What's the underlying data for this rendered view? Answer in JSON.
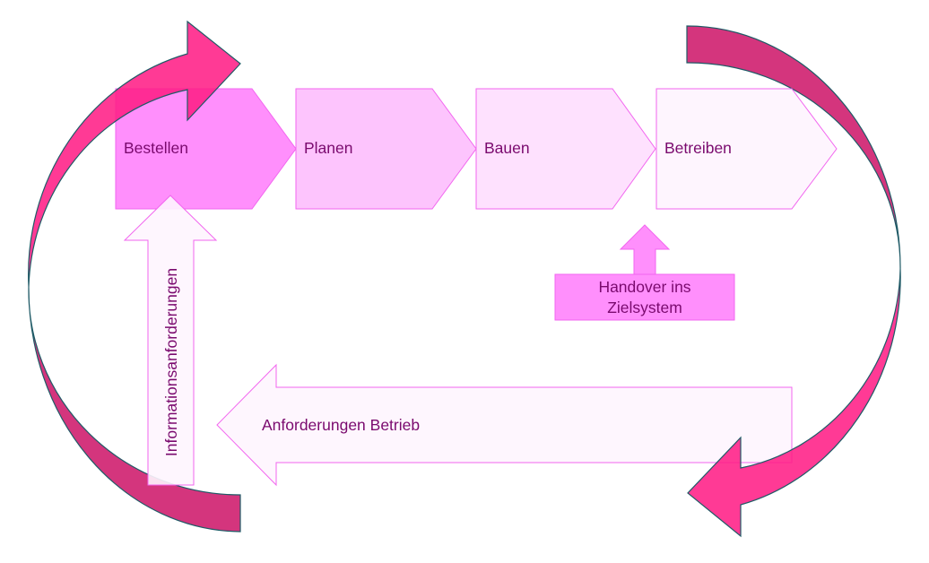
{
  "diagram": {
    "type": "process-cycle",
    "colors": {
      "stage_fill": [
        "#ff8ffc",
        "#fdc4fd",
        "#fee1fe",
        "#fef5fe"
      ],
      "stage_stroke": "#f266ef",
      "text": "#7a0a6e",
      "cycle_arrow_light": "#ff3391",
      "cycle_arrow_dark": "#d4357d",
      "cycle_outline": "#1f5a66",
      "handover_fill": "#ff8ffc",
      "feedback_fill": "#fef5fe"
    },
    "stages": [
      {
        "label": "Bestellen"
      },
      {
        "label": "Planen"
      },
      {
        "label": "Bauen"
      },
      {
        "label": "Betreiben"
      }
    ],
    "handover": {
      "line1": "Handover ins",
      "line2": "Zielsystem"
    },
    "feedback_arrow": {
      "label": "Anforderungen Betrieb"
    },
    "info_arrow": {
      "label": "Informationsanforderungen"
    }
  }
}
